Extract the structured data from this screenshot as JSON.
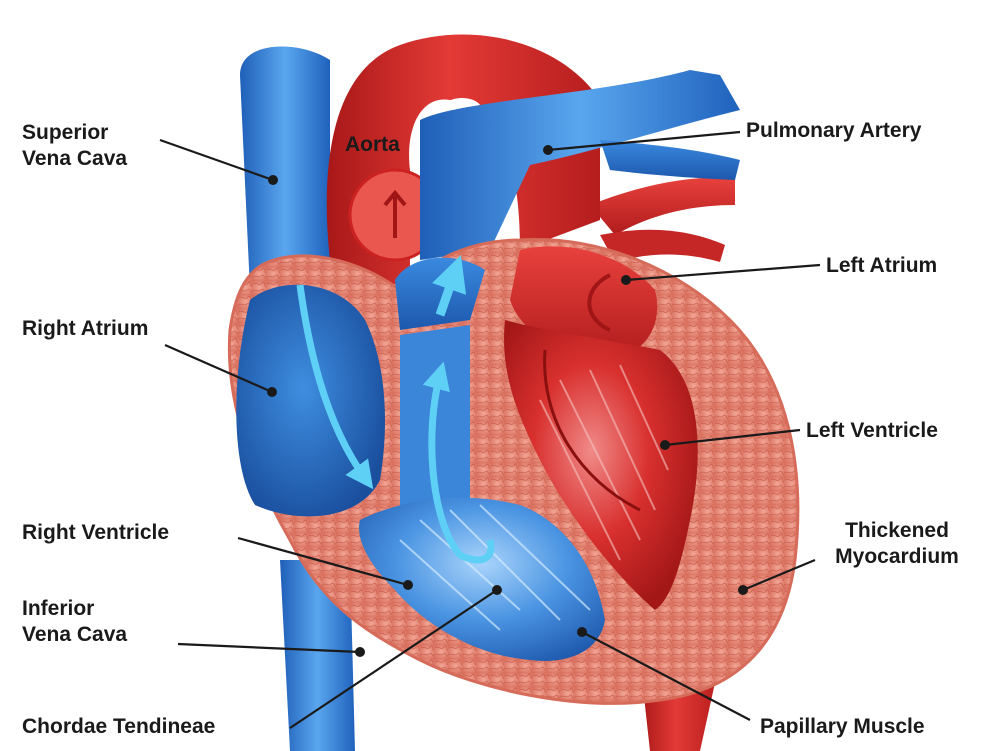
{
  "labels": {
    "superior_vena_cava": {
      "line1": "Superior",
      "line2": "Vena Cava"
    },
    "aorta": "Aorta",
    "pulmonary_artery": "Pulmonary Artery",
    "left_atrium": "Left Atrium",
    "right_atrium": "Right Atrium",
    "left_ventricle": "Left Ventricle",
    "right_ventricle": "Right Ventricle",
    "thickened_myocardium": {
      "line1": "Thickened",
      "line2": "Myocardium"
    },
    "inferior_vena_cava": {
      "line1": "Inferior",
      "line2": "Vena Cava"
    },
    "chordae_tendineae": "Chordae Tendineae",
    "papillary_muscle": "Papillary Muscle"
  },
  "colors": {
    "oxygenated_red": "#d42a2a",
    "deoxygenated_blue": "#2f7fd6",
    "myocardium": "#e58f80",
    "flow_arrow": "#5fd0f5",
    "leader_line": "#1a1a1a"
  }
}
